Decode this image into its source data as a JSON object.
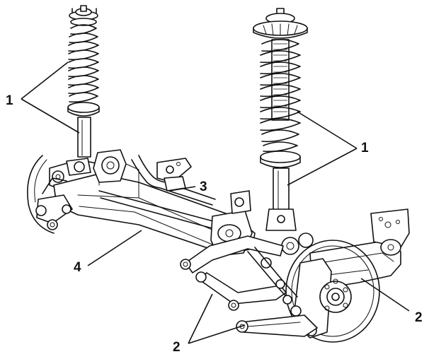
{
  "callouts": {
    "label_1_left": "1",
    "label_1_right": "1",
    "label_2_bottom": "2",
    "label_2_right": "2",
    "label_3": "3",
    "label_4": "4"
  }
}
